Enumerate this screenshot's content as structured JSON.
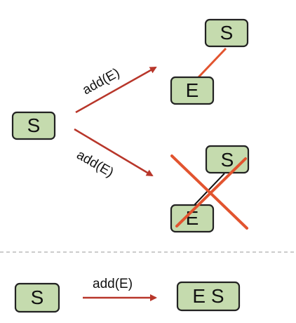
{
  "colors": {
    "node_fill": "#c5dbae",
    "node_stroke": "#222222",
    "edge": "#e2542f",
    "arrow": "#b8362a",
    "cross": "#e2542f",
    "divider": "#bbbbbb"
  },
  "top": {
    "source_node": "S",
    "upper_arrow_label": "add(E)",
    "lower_arrow_label": "add(E)",
    "valid_result": {
      "parent": "S",
      "child": "E"
    },
    "invalid_result": {
      "parent": "S",
      "child": "E"
    }
  },
  "bottom": {
    "source_node": "S",
    "arrow_label": "add(E)",
    "result_node": "E S"
  }
}
